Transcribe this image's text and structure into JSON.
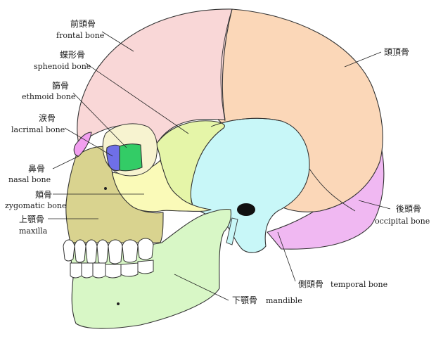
{
  "diagram": {
    "labels": {
      "frontal": {
        "jp": "前頭骨",
        "en": "frontal bone"
      },
      "parietal": {
        "jp": "頭頂骨",
        "en": ""
      },
      "sphenoid": {
        "jp": "蝶形骨",
        "en": "sphenoid bone"
      },
      "ethmoid": {
        "jp": "篩骨",
        "en": "ethmoid bone"
      },
      "lacrimal": {
        "jp": "涙骨",
        "en": "lacrimal bone"
      },
      "nasal": {
        "jp": "鼻骨",
        "en": "nasal bone"
      },
      "zygomatic": {
        "jp": "頬骨",
        "en": "zygomatic bone"
      },
      "maxilla": {
        "jp": "上顎骨",
        "en": "maxilla"
      },
      "occipital": {
        "jp": "後頭骨",
        "en": "occipital bone"
      },
      "temporal": {
        "jp": "側頭骨",
        "en": "temporal bone"
      },
      "mandible": {
        "jp": "下顎骨",
        "en": "mandible"
      }
    },
    "colors": {
      "frontal": "#f9d7d7",
      "parietal": "#fbd7b8",
      "sphenoid": "#e5f5a8",
      "ethmoid": "#33cc66",
      "lacrimal": "#6f6fe8",
      "nasal": "#f29ff0",
      "zygomatic": "#fafab8",
      "maxilla": "#d9d38f",
      "occipital": "#f0b8f2",
      "temporal": "#c8f7f8",
      "mandible": "#d8f7c6"
    }
  }
}
